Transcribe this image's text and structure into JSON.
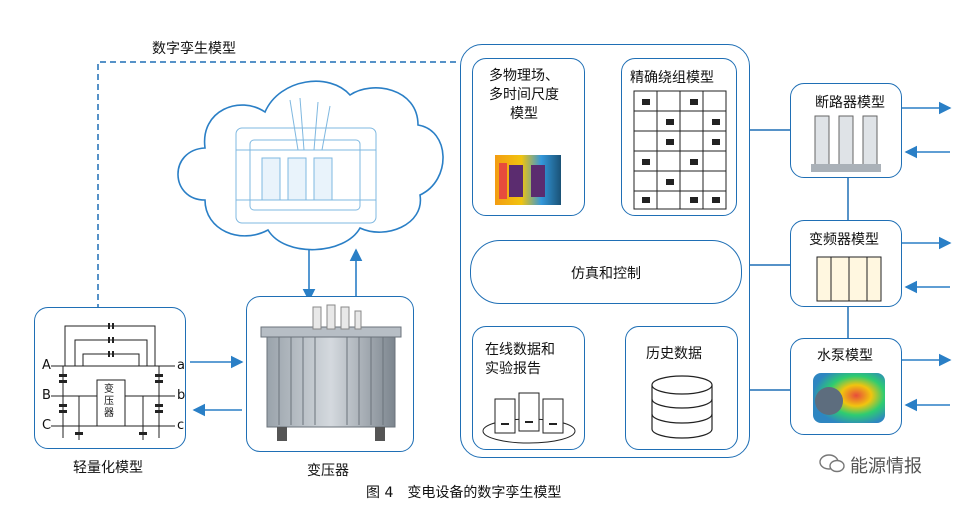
{
  "labels": {
    "twin_model": "数字孪生模型",
    "lightweight_model": "轻量化模型",
    "transformer": "变压器",
    "multiphysics": "多物理场、\n多时间尺度\n模型",
    "winding_model": "精确绕组模型",
    "simulation_control": "仿真和控制",
    "online_data": "在线数据和\n实验报告",
    "history_data": "历史数据",
    "breaker_model": "断路器模型",
    "inverter_model": "变频器模型",
    "pump_model": "水泵模型",
    "caption": "图 4　变电设备的数字孪生模型",
    "watermark": "能源情报"
  },
  "circuit": {
    "phase_a": "A",
    "phase_b": "B",
    "phase_c": "C",
    "out_a": "a",
    "out_b": "b",
    "out_c": "c",
    "core_label": "变\n压\n器"
  },
  "colors": {
    "accent": "#1f6fb5",
    "arrow": "#2a7fc6"
  }
}
